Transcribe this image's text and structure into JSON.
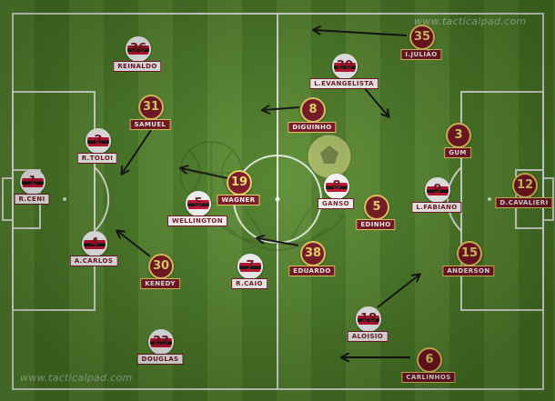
{
  "watermark": "www.tacticalpad.com",
  "colors": {
    "accent": "#7a1422",
    "number": "#f4e06a",
    "stripe_red": "#c8102e",
    "stripe_black": "#111111"
  },
  "players": [
    {
      "id": "reinaldo",
      "number": "36",
      "name": "REINALDO",
      "team": "spfc"
    },
    {
      "id": "samuel",
      "number": "31",
      "name": "SAMUEL",
      "team": "opp"
    },
    {
      "id": "rtoloi",
      "number": "2",
      "name": "R.TOLOI",
      "team": "spfc"
    },
    {
      "id": "rceni",
      "number": "1",
      "name": "R.CENI",
      "team": "spfc"
    },
    {
      "id": "wagner",
      "number": "19",
      "name": "WAGNER",
      "team": "opp"
    },
    {
      "id": "wellington",
      "number": "5",
      "name": "WELLINGTON",
      "team": "spfc"
    },
    {
      "id": "acarlos",
      "number": "4",
      "name": "A.CARLOS",
      "team": "spfc"
    },
    {
      "id": "kenedy",
      "number": "30",
      "name": "KENEDY",
      "team": "opp"
    },
    {
      "id": "rcaio",
      "number": "7",
      "name": "R.CAIO",
      "team": "spfc"
    },
    {
      "id": "douglas",
      "number": "23",
      "name": "DOUGLAS",
      "team": "spfc"
    },
    {
      "id": "ijuliao",
      "number": "35",
      "name": "I.JULIÃO",
      "team": "opp"
    },
    {
      "id": "levangelista",
      "number": "20",
      "name": "L.EVANGELISTA",
      "team": "spfc"
    },
    {
      "id": "diguinho",
      "number": "8",
      "name": "DIGUINHO",
      "team": "opp"
    },
    {
      "id": "ganso",
      "number": "8",
      "name": "GANSO",
      "team": "spfc"
    },
    {
      "id": "edinho",
      "number": "5",
      "name": "EDINHO",
      "team": "opp"
    },
    {
      "id": "eduardo",
      "number": "38",
      "name": "EDUARDO",
      "team": "opp"
    },
    {
      "id": "gum",
      "number": "3",
      "name": "GUM",
      "team": "opp"
    },
    {
      "id": "lfabiano",
      "number": "9",
      "name": "L.FABIANO",
      "team": "spfc"
    },
    {
      "id": "dcavalieri",
      "number": "12",
      "name": "D.CAVALIERI",
      "team": "opp"
    },
    {
      "id": "anderson",
      "number": "15",
      "name": "ANDERSON",
      "team": "opp"
    },
    {
      "id": "aloisio",
      "number": "18",
      "name": "ALOISIO",
      "team": "spfc"
    },
    {
      "id": "carlinhos",
      "number": "6",
      "name": "CARLINHOS",
      "team": "opp"
    }
  ]
}
